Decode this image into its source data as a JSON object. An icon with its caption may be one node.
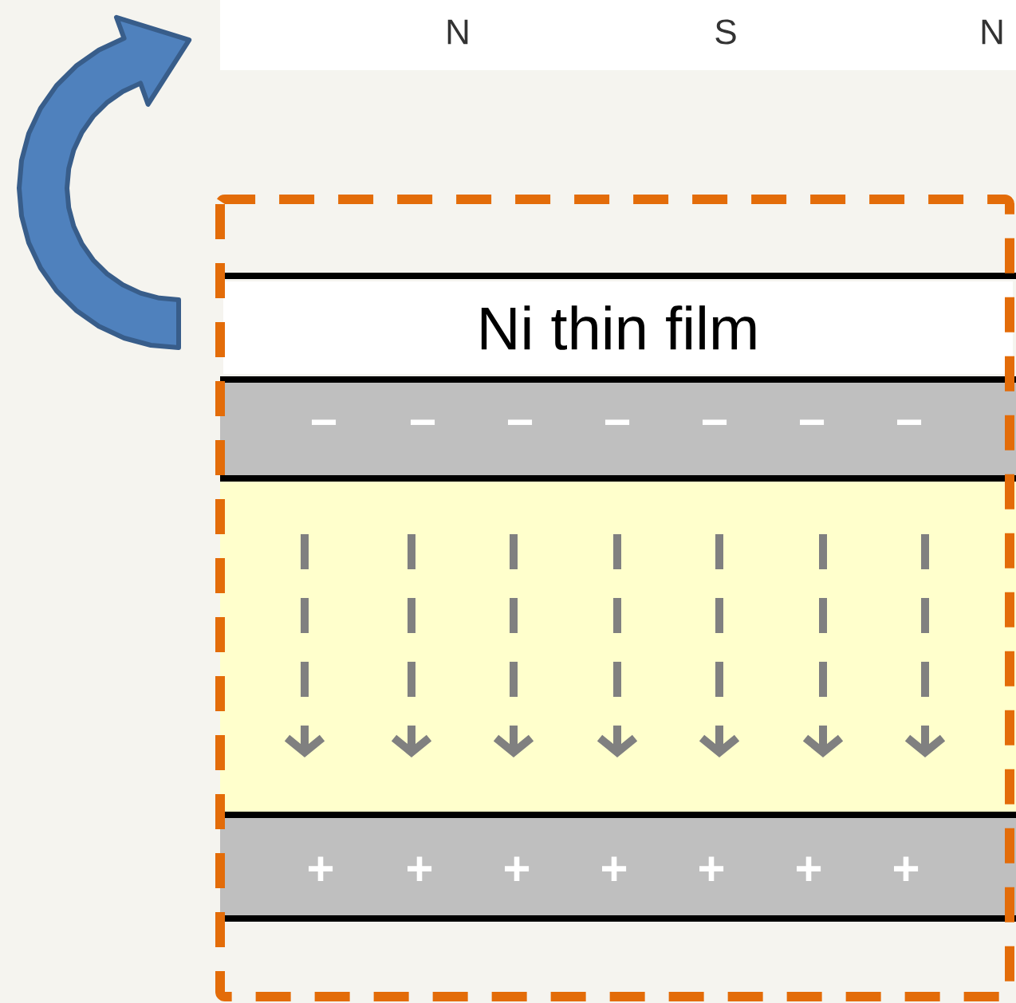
{
  "diagram": {
    "nodes": [
      {
        "text": [
          "Ni thin film"
        ]
      }
    ],
    "labels": [
      "N",
      "S",
      "N",
      "−",
      "−",
      "−",
      "−",
      "−",
      "−",
      "−",
      "+",
      "+",
      "+",
      "+",
      "+",
      "+",
      "+"
    ]
  }
}
